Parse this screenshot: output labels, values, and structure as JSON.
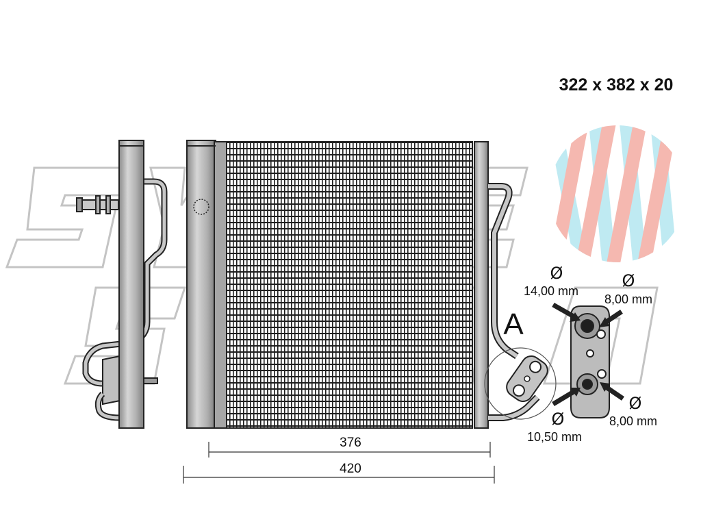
{
  "drawing": {
    "overall_size": "322 x 382 x 20",
    "view_marker": "A",
    "dimensions": {
      "core_width": "376",
      "total_width": "420"
    },
    "ports": {
      "top_left": {
        "symbol": "Ø",
        "value": "14,00 mm"
      },
      "top_right": {
        "symbol": "Ø",
        "value": "8,00 mm"
      },
      "bottom_left": {
        "symbol": "Ø",
        "value": "10,50 mm"
      },
      "bottom_right": {
        "symbol": "Ø",
        "value": "8,00 mm"
      }
    },
    "colors": {
      "outline": "#222222",
      "metal": "#b8b8b8",
      "metal_dark": "#8c8c8c",
      "logo_pink": "#f5b8b0",
      "logo_cyan": "#bfeaf2"
    }
  }
}
